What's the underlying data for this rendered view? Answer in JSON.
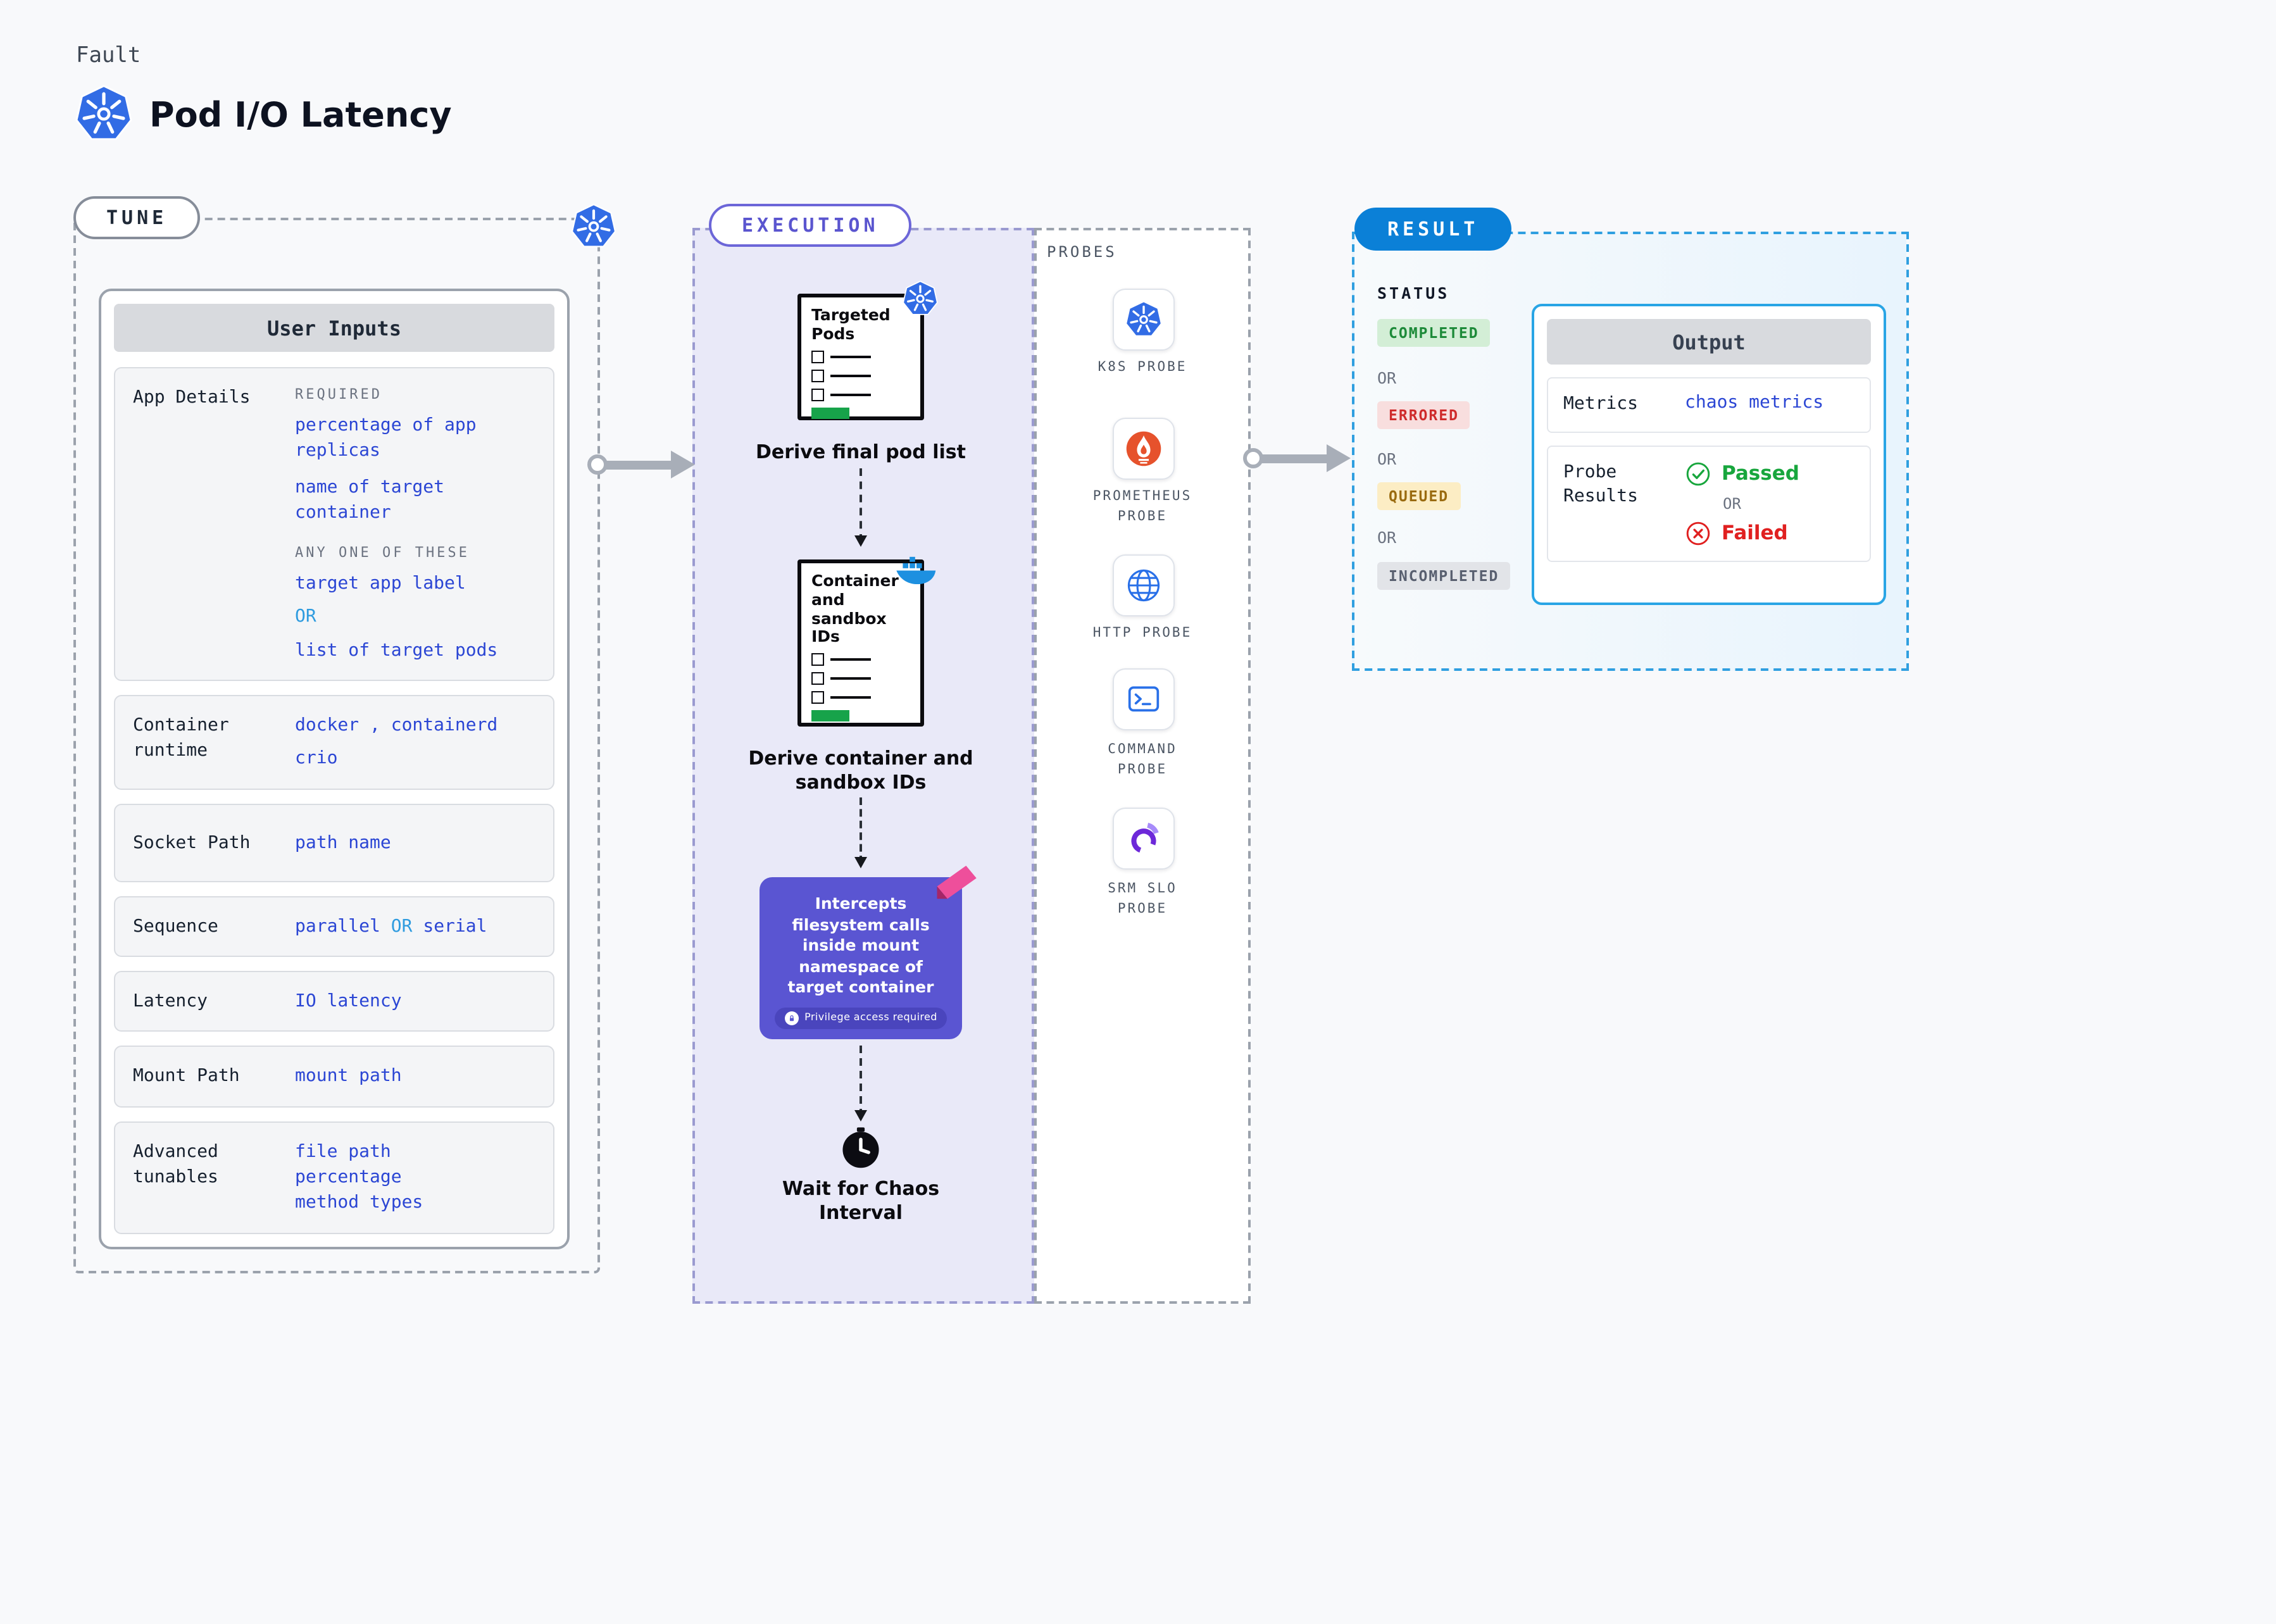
{
  "header": {
    "kicker": "Fault",
    "title": "Pod I/O Latency"
  },
  "tune": {
    "label": "TUNE",
    "panel_title": "User Inputs",
    "app_details": {
      "label": "App Details",
      "required_label": "REQUIRED",
      "required_values": [
        "percentage of app replicas",
        "name of target container"
      ],
      "any_one_label": "ANY ONE OF THESE",
      "option_a": "target app label",
      "or_label": "OR",
      "option_b": "list of target pods"
    },
    "container_runtime": {
      "label": "Container runtime",
      "values": [
        "docker , containerd",
        "crio"
      ]
    },
    "socket_path": {
      "label": "Socket Path",
      "value": "path name"
    },
    "sequence": {
      "label": "Sequence",
      "value_a": "parallel",
      "or_label": "OR",
      "value_b": "serial"
    },
    "latency": {
      "label": "Latency",
      "value": "IO latency"
    },
    "mount_path": {
      "label": "Mount Path",
      "value": "mount path"
    },
    "advanced_tunables": {
      "label": "Advanced tunables",
      "values": [
        "file path",
        "percentage",
        "method types"
      ]
    }
  },
  "execution": {
    "label": "EXECUTION",
    "steps": [
      {
        "doc_title": "Targeted Pods",
        "caption": "Derive final pod list"
      },
      {
        "doc_title": "Container and sandbox IDs",
        "caption": "Derive container and\nsandbox IDs"
      }
    ],
    "action": {
      "text": "Intercepts filesystem calls inside mount namespace of target container",
      "badge": "Privilege access required"
    },
    "wait_caption": "Wait for Chaos\nInterval"
  },
  "probes": {
    "label": "PROBES",
    "items": [
      "K8S PROBE",
      "PROMETHEUS\nPROBE",
      "HTTP PROBE",
      "COMMAND\nPROBE",
      "SRM SLO\nPROBE"
    ]
  },
  "result": {
    "label": "RESULT",
    "status": {
      "label": "STATUS",
      "completed": "COMPLETED",
      "or_label": "OR",
      "errored": "ERRORED",
      "queued": "QUEUED",
      "incompleted": "INCOMPLETED"
    },
    "output": {
      "title": "Output",
      "metrics_label": "Metrics",
      "metrics_value": "chaos metrics",
      "probe_results_label": "Probe Results",
      "passed": "Passed",
      "or_label": "OR",
      "failed": "Failed"
    }
  },
  "colors": {
    "value_blue": "#2b46d4",
    "or_blue": "#2e9bdf",
    "execution_purple": "#5a55d2",
    "result_blue": "#0b80d7",
    "k8s_blue": "#326ce5",
    "prometheus_orange": "#e6522c",
    "success_green": "#18a63d",
    "error_red": "#e02020",
    "queued_amber": "#9a6b10",
    "completed_green": "#1d8a39",
    "arrow_gray": "#a8aeb8"
  }
}
